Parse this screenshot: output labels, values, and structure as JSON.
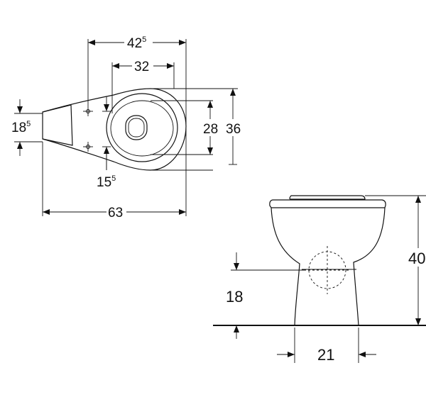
{
  "top_view": {
    "overall_length": {
      "main": "63",
      "sup": ""
    },
    "bowl_width": {
      "main": "42",
      "sup": "5"
    },
    "fixing_spacing_x": {
      "main": "32",
      "sup": ""
    },
    "bowl_inner_depth": {
      "main": "28",
      "sup": ""
    },
    "bowl_outer_depth": {
      "main": "36",
      "sup": ""
    },
    "outlet_height": {
      "main": "18",
      "sup": "5"
    },
    "fixing_offset": {
      "main": "15",
      "sup": "5"
    }
  },
  "side_view": {
    "total_height": "40",
    "outlet_centre_height": "18",
    "foot_width": "21"
  }
}
